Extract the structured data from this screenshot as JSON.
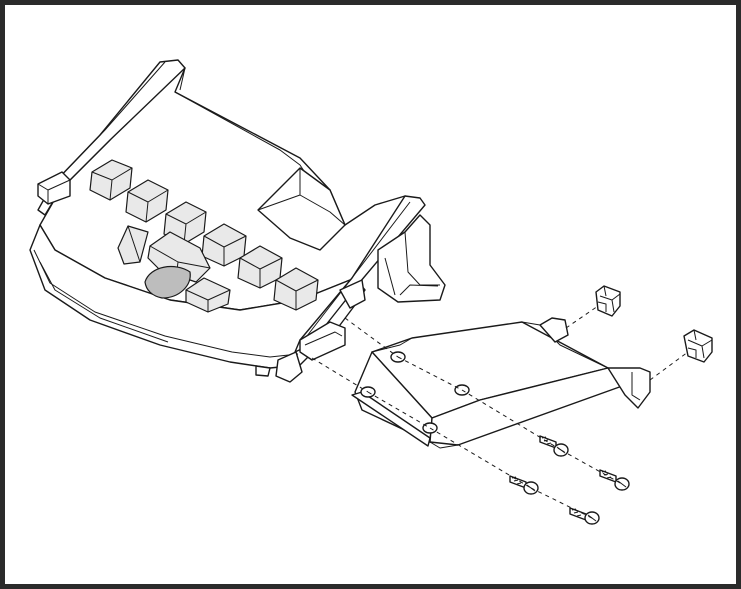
{
  "figure": {
    "kind": "exploded assembly line drawing",
    "colors": {
      "line": "#1a1a1a",
      "frame": "#2b2b2b",
      "background": "#ffffff",
      "shade": "#e9e9e9",
      "key_shade": "#bdbdbd"
    },
    "parts": [
      "console-bezel",
      "control-buttons",
      "mounting-bracket",
      "clips",
      "screws"
    ]
  }
}
